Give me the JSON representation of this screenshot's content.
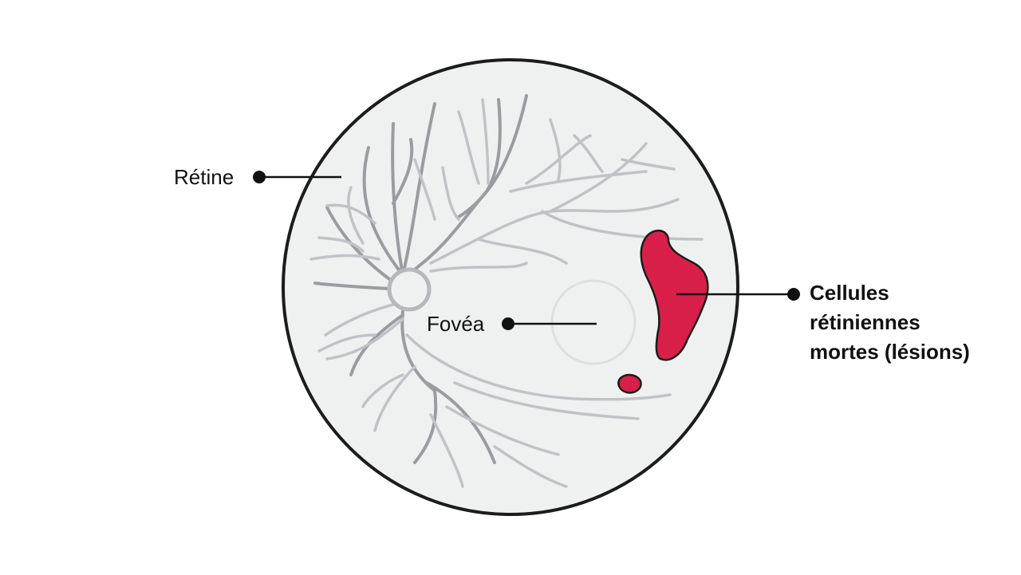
{
  "labels": {
    "retina": "Rétine",
    "fovea": "Fovéa",
    "lesions": [
      "Cellules",
      "rétiniennes",
      "mortes (lésions)"
    ]
  },
  "colors": {
    "background": "#ffffff",
    "fundus_fill": "#eff1f1",
    "fundus_outline": "#1c1c1c",
    "vessels_dark": "#9c9ca0",
    "vessels_light": "#c2c2c6",
    "optic_disc": "#b8b8bc",
    "fovea_ring": "#dedede",
    "lesion_fill": "#d81f4a",
    "lesion_outline": "#1c1c1c",
    "pointer": "#111111"
  },
  "icons": {
    "fundus": "retina-fundus-illustration",
    "lesion": "lesion-blob"
  }
}
